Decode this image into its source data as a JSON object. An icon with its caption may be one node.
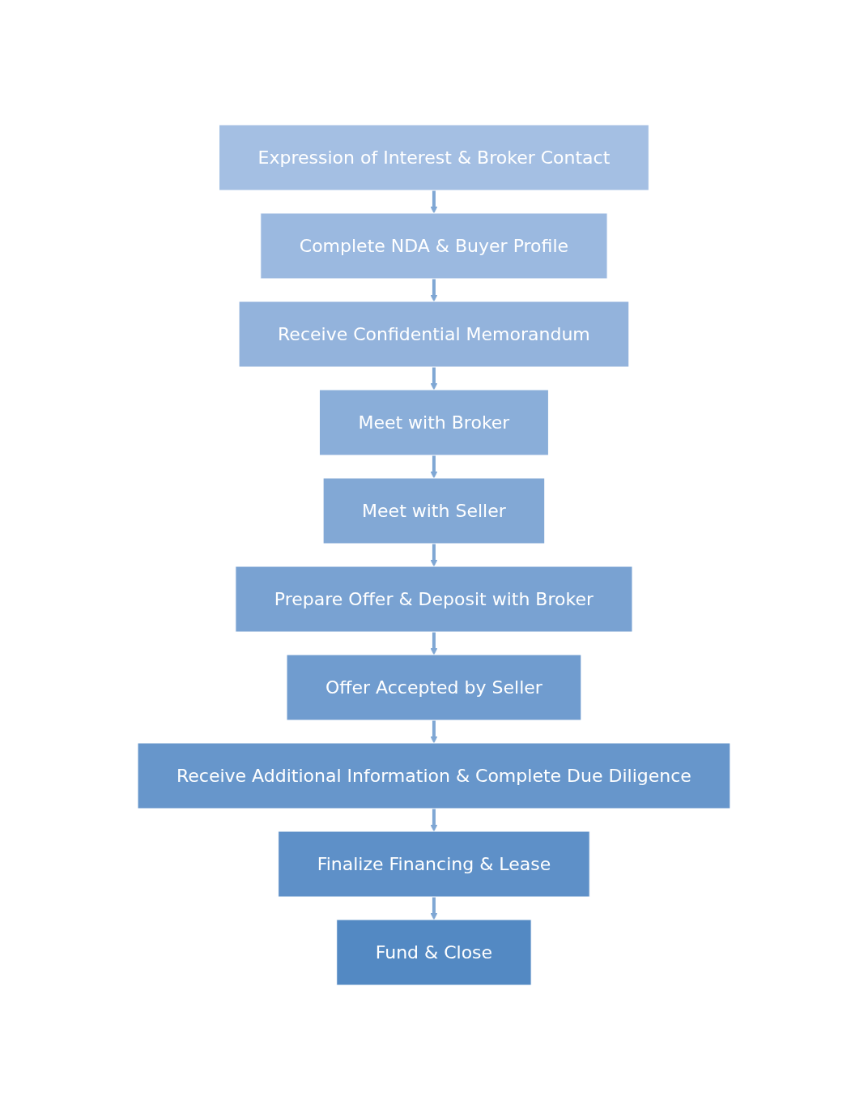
{
  "diagram": {
    "nodes": [
      {
        "text": [
          "Expression of Interest & Broker Contact"
        ]
      },
      {
        "text": [
          "Complete NDA & Buyer Profile"
        ]
      },
      {
        "text": [
          "Receive Confidential Memorandum"
        ]
      },
      {
        "text": [
          "Meet with Broker"
        ]
      },
      {
        "text": [
          "Meet with Seller"
        ]
      },
      {
        "text": [
          "Prepare Offer & Deposit with Broker"
        ]
      },
      {
        "text": [
          "Offer Accepted by Seller"
        ]
      },
      {
        "text": [
          "Receive Additional Information & Complete Due Diligence"
        ]
      },
      {
        "text": [
          "Finalize Financing & Lease"
        ]
      },
      {
        "text": [
          "Fund & Close"
        ]
      }
    ],
    "edges": [
      {
        "from": 0,
        "to": 1,
        "arrow": "to"
      },
      {
        "from": 1,
        "to": 2,
        "arrow": "to"
      },
      {
        "from": 2,
        "to": 3,
        "arrow": "to"
      },
      {
        "from": 3,
        "to": 4,
        "arrow": "to"
      },
      {
        "from": 4,
        "to": 5,
        "arrow": "to"
      },
      {
        "from": 5,
        "to": 6,
        "arrow": "to"
      },
      {
        "from": 6,
        "to": 7,
        "arrow": "to"
      },
      {
        "from": 7,
        "to": 8,
        "arrow": "to"
      },
      {
        "from": 8,
        "to": 9,
        "arrow": "to"
      }
    ]
  }
}
